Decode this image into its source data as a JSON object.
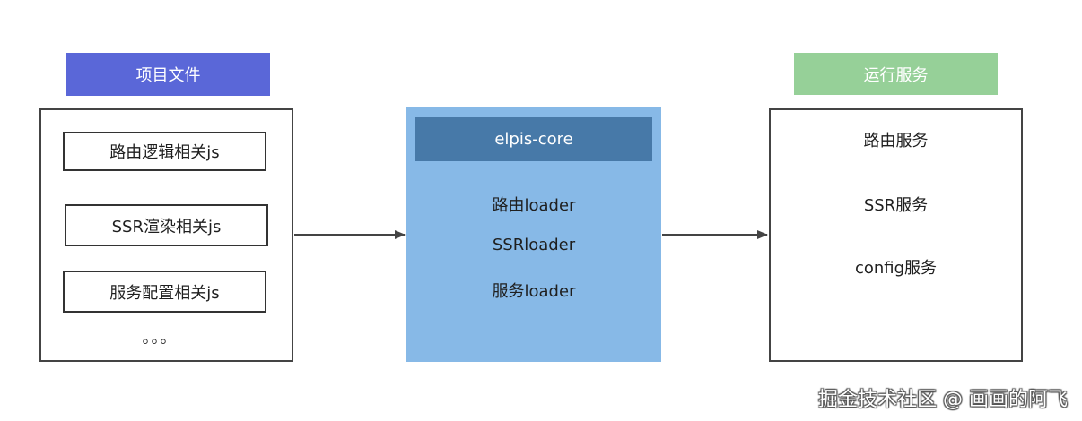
{
  "left": {
    "header": "项目文件",
    "items": [
      "路由逻辑相关js",
      "SSR渲染相关js",
      "服务配置相关js"
    ],
    "ellipsis": "。。。"
  },
  "middle": {
    "title": "elpis-core",
    "items": [
      "路由loader",
      "SSRloader",
      "服务loader"
    ]
  },
  "right": {
    "header": "运行服务",
    "items": [
      "路由服务",
      "SSR服务",
      "config服务"
    ]
  },
  "watermark": "掘金技术社区 @ 画画的阿飞",
  "colors": {
    "left_header": "#5a67d8",
    "middle_box": "#87b9e7",
    "middle_title": "#4779a8",
    "right_header": "#96d098",
    "arrow": "#444444"
  }
}
